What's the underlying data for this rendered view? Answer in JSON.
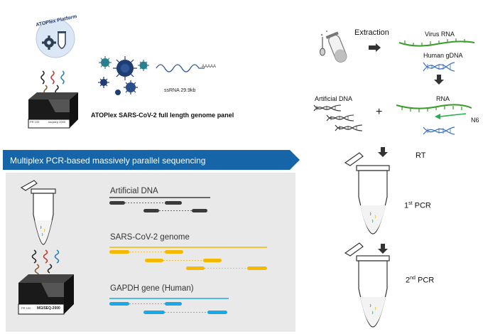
{
  "top_left": {
    "platform_badge": "ATOPlex Platform",
    "sequencer_small_label": "PR 100",
    "sequencer_model_small": "seqstep 2000",
    "genome_label": "ssRNA 29.9kb",
    "poly_a": "AAAAA",
    "panel_title": "ATOPlex SARS-CoV-2 full length genome panel"
  },
  "banner": {
    "title": "Multiplex PCR-based massively parallel sequencing"
  },
  "sequencing_panel": {
    "sequencer_small_label": "PR 100",
    "sequencer_model": "MGISEQ-2000",
    "targets": [
      {
        "label": "Artificial DNA",
        "color": "#3a3a3a"
      },
      {
        "label": "SARS-CoV-2 genome",
        "color": "#f5b800"
      },
      {
        "label": "GAPDH gene   (Human)",
        "color": "#1aa9e6"
      }
    ]
  },
  "workflow": {
    "extraction": "Extraction",
    "virus_rna": "Virus RNA",
    "human_gdna": "Human gDNA",
    "artificial_dna": "Artificial DNA",
    "rna": "RNA",
    "plus": "+",
    "n6": "N6",
    "rt": "RT",
    "pcr1_num": "1",
    "pcr1_sup": "st",
    "pcr1_rest": " PCR",
    "pcr2_num": "2",
    "pcr2_sup": "nd",
    "pcr2_rest": " PCR"
  },
  "colors": {
    "banner": "#1565a8",
    "rna_green": "#3a9a2c",
    "dna_blue": "#3a6fc0",
    "primer_green": "#22b14c",
    "virus_teal": "#2a7f8f",
    "virus_navy": "#1f3c73",
    "amplicon_yellow": "#f5b800",
    "amplicon_blue": "#1aa9e6"
  },
  "icons": [
    "gear-icon",
    "tube-icon",
    "virus-icon",
    "sequencer-icon",
    "dna-helix-icon",
    "arrow-icon",
    "pcr-tube-icon"
  ]
}
